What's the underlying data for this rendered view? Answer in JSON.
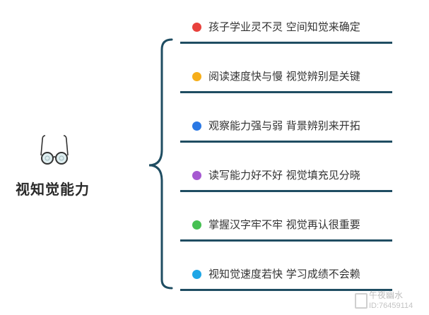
{
  "central": {
    "title": "视知觉能力",
    "icon": "glasses-icon"
  },
  "branches": [
    {
      "text": "孩子学业灵不灵 空间知觉来确定",
      "color": "#e8413c"
    },
    {
      "text": "阅读速度快与慢 视觉辨别是关键",
      "color": "#f6ae1a"
    },
    {
      "text": "观察能力强与弱 背景辨别来开拓",
      "color": "#2a78e4"
    },
    {
      "text": "读写能力好不好 视觉填充见分晓",
      "color": "#a659d1"
    },
    {
      "text": "掌握汉字牢不牢 视觉再认很重要",
      "color": "#46c052"
    },
    {
      "text": "视知觉速度若快 学习成绩不会赖",
      "color": "#1ea6e6"
    }
  ],
  "colors": {
    "brace": "#1f4d62",
    "rule": "#1f4d62",
    "text": "#333333"
  },
  "watermark": {
    "name": "午夜幽水",
    "id": "ID:76459114"
  }
}
